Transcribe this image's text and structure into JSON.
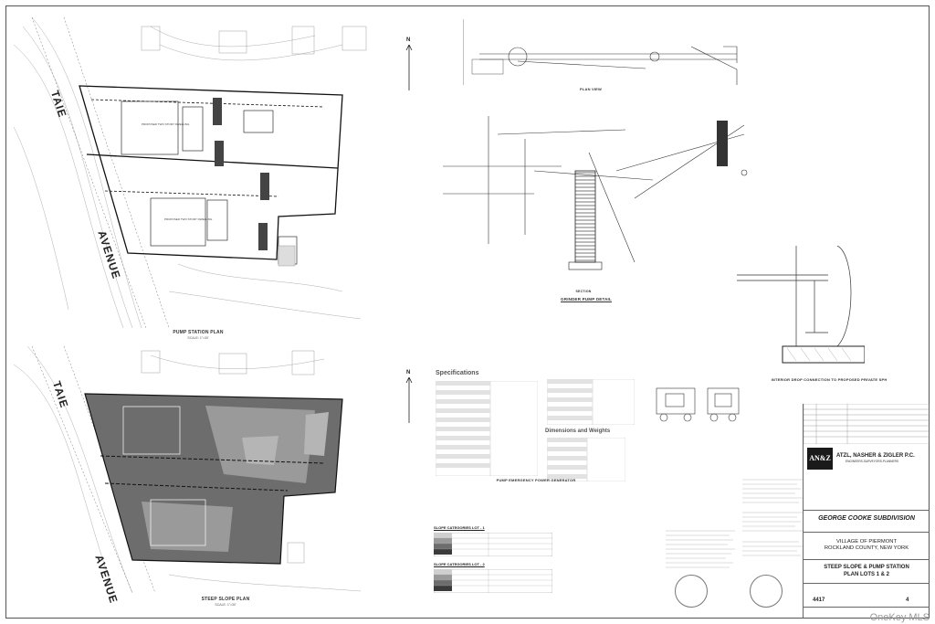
{
  "plans": {
    "pump_station_plan": {
      "caption": "PUMP STATION PLAN",
      "scale": "SCALE: 1\"=30'"
    },
    "steep_slope_plan": {
      "caption": "STEEP SLOPE PLAN",
      "scale": "SCALE: 1\"=30'"
    },
    "road_label_1": "TAIE",
    "road_label_2": "AVENUE",
    "north_label": "N",
    "lot_labels": [
      "PROPOSED TWO STORY DWELLING",
      "PROPOSED TWO STORY DWELLING"
    ]
  },
  "details": {
    "plan_view": "PLAN VIEW",
    "grinder_pump_detail": "GRINDER PUMP DETAIL",
    "grinder_section": "SECTION",
    "interior_drop": "INTERIOR DROP CONNECTION TO PROPOSED PRIVATE SPH",
    "generator_caption": "PUMP EMERGENCY POWER GENERATOR"
  },
  "specs": {
    "specifications_title": "Specifications",
    "dimensions_title": "Dimensions and Weights"
  },
  "slope_tables": {
    "lot1_caption": "SLOPE CATEGORIES LOT - 1",
    "lot2_caption": "SLOPE CATEGORIES LOT - 2"
  },
  "title_block": {
    "firm_name": "ATZL, NASHER & ZIGLER P.C.",
    "firm_subtitle": "ENGINEERS-SURVEYORS-PLANNERS",
    "logo_text": "AN&Z",
    "project_name": "GEORGE COOKE SUBDIVISION",
    "village_line1": "VILLAGE OF PIERMONT",
    "village_line2": "ROCKLAND COUNTY, NEW YORK",
    "sheet_title_line1": "STEEP SLOPE & PUMP STATION",
    "sheet_title_line2": "PLAN LOTS 1 & 2",
    "job_number": "4417",
    "sheet_number": "4"
  },
  "watermark": "OneKey MLS"
}
